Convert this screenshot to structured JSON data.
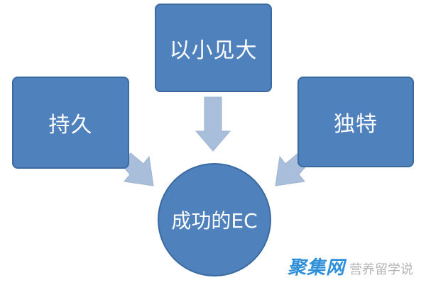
{
  "nodes": {
    "top": "以小见大",
    "left": "持久",
    "right": "独特",
    "center": "成功的EC"
  },
  "watermark": {
    "logo": "聚集网",
    "text": "营养留学说"
  },
  "colors": {
    "box_fill": "#4f81bd",
    "box_border": "#3a6aa0",
    "arrow_fill": "#a9bedb"
  }
}
